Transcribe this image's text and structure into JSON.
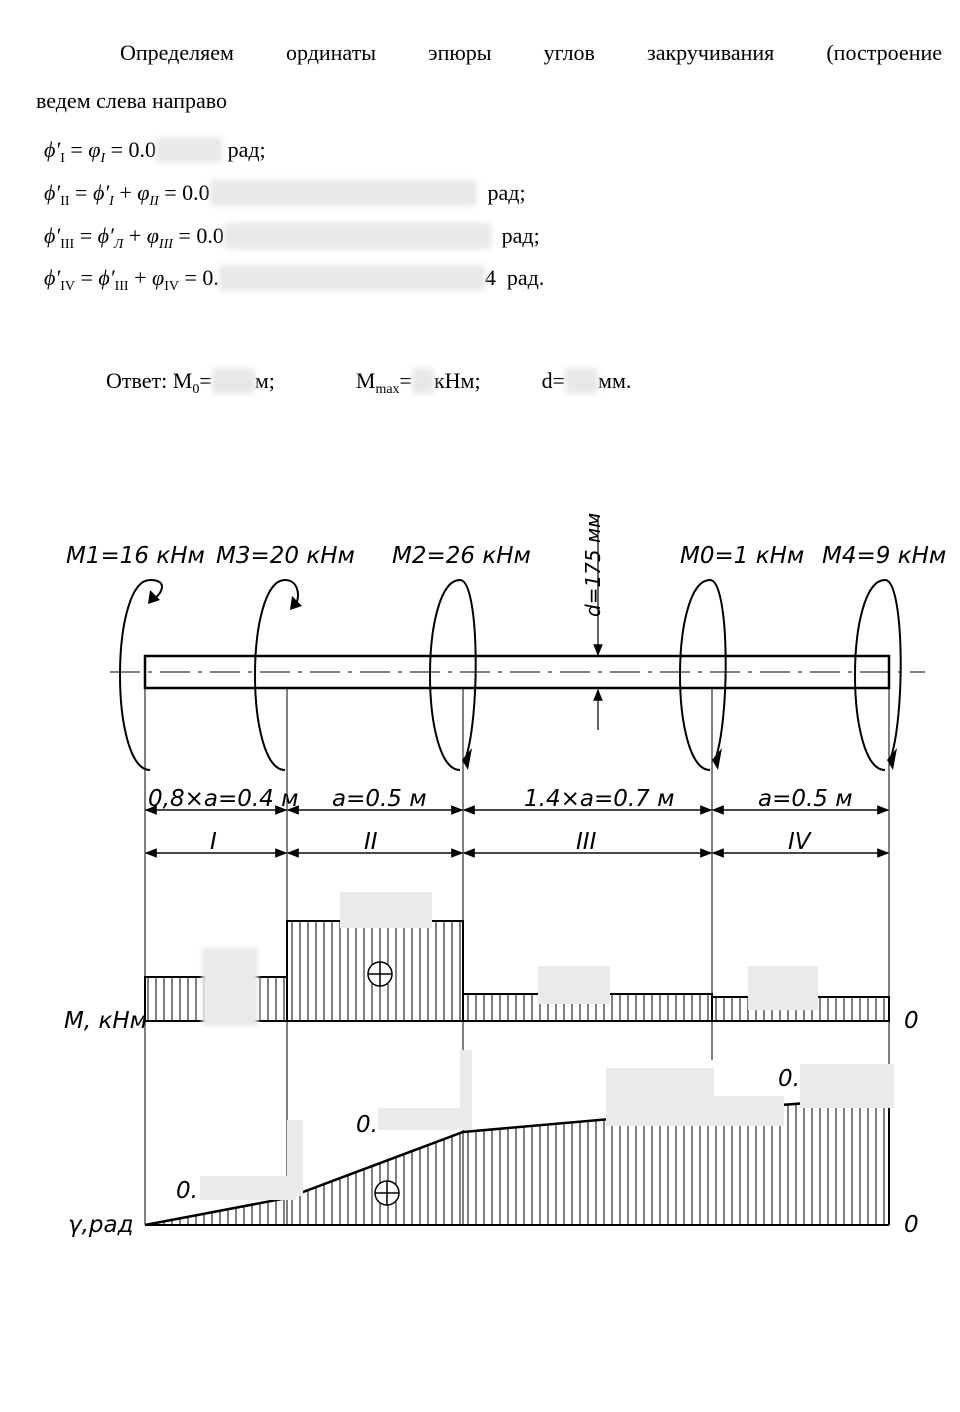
{
  "text": {
    "line1": "Определяем ординаты эпюры углов закручивания (построение",
    "line2": "ведем слева направо"
  },
  "formulas": {
    "f1_lhs": "ϕ′",
    "f1_sub": "I",
    "f1_mid": " = φ",
    "f1_mid_sub": "I",
    "f1_eq": " = 0.0",
    "f1_unit": "рад;",
    "f2_text": "ϕ′II = ϕ′I + φII = 0.0",
    "f2_unit": "рад;",
    "f3_text": "ϕ′III = ϕ′Л + φIII = 0.0",
    "f3_unit": "рад;",
    "f4_text": "ϕ′IV = ϕ′III + φIV = 0.",
    "f4_unit": "рад."
  },
  "answer": {
    "prefix": "Ответ: М",
    "m0_sub": "0",
    "m0_eq": "=",
    "m0_unit": "м;",
    "mmax_label": "М",
    "mmax_sub": "max",
    "mmax_eq": "=",
    "mmax_unit": "кНм;",
    "d_label": "d=",
    "d_unit": "мм."
  },
  "drawing": {
    "moments": {
      "m1": "M1=16 кНм",
      "m3": "M3=20 кНм",
      "m2": "M2=26 кНм",
      "m0": "M0=1 кНм",
      "m4": "M4=9 кНм"
    },
    "diameter": "d=175 мм",
    "lengths": {
      "l1": "0,8×a=0.4 м",
      "l2": "a=0.5 м",
      "l3": "1.4×a=0.7 м",
      "l4": "a=0.5 м"
    },
    "sections": {
      "s1": "I",
      "s2": "II",
      "s3": "III",
      "s4": "IV"
    },
    "moment_axis_label": "M, кНм",
    "moment_zero": "0",
    "angle_axis_label": "γ,рад",
    "angle_zero": "0",
    "angle_partial_1": "0.",
    "angle_partial_2": "0.",
    "angle_partial_3": "0.",
    "plus_sign": "⊕"
  }
}
